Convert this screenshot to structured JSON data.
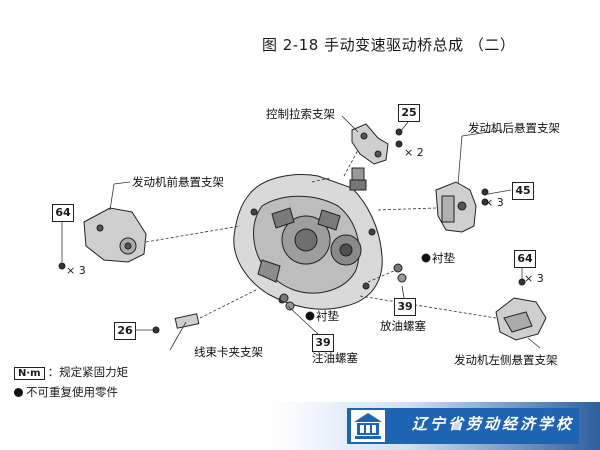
{
  "title": "图 2-18 手动变速驱动桥总成 （二）",
  "labels": {
    "control_cable_bracket": "控制拉索支架",
    "rear_mount_bracket": "发动机后悬置支架",
    "front_mount_bracket": "发动机前悬置支架",
    "gasket_right": "衬垫",
    "drain_plug": "放油螺塞",
    "harness_clamp_bracket": "线束卡夹支架",
    "gasket_lower": "衬垫",
    "fill_plug": "注油螺塞",
    "left_mount_bracket": "发动机左侧悬置支架"
  },
  "torques": {
    "control_cable": "25",
    "rear_mount": "45",
    "front_mount": "64",
    "harness": "26",
    "drain": "39",
    "fill": "39",
    "left_mount": "64"
  },
  "quantities": {
    "control_cable": "× 2",
    "rear_mount": "× 3",
    "front_mount": "× 3",
    "left_mount": "× 3"
  },
  "legend": {
    "torque_unit": "N·m",
    "torque_text": "：规定紧固力矩",
    "nonreusable_text": "不可重复使用零件"
  },
  "footer": {
    "school_name": "辽宁省劳动经济学校"
  },
  "colors": {
    "footer_blue": "#1f64b2",
    "ink": "#1a1a1a"
  }
}
